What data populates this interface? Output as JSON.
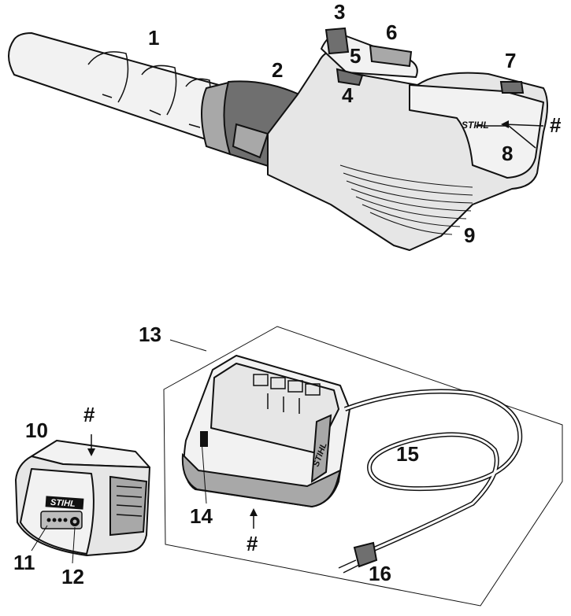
{
  "blower": {
    "labels": {
      "c1": "1",
      "c2": "2",
      "c3": "3",
      "c4": "4",
      "c5": "5",
      "c6": "6",
      "c7": "7",
      "c8": "8",
      "c9": "9",
      "hash": "#"
    },
    "brand": "STIHL"
  },
  "battery": {
    "labels": {
      "c10": "10",
      "c11": "11",
      "c12": "12",
      "hash": "#"
    },
    "brand": "STIHL"
  },
  "charger": {
    "labels": {
      "c13": "13",
      "c14": "14",
      "c15": "15",
      "c16": "16",
      "hash": "#"
    },
    "brand": "STIHL"
  },
  "colors": {
    "line": "#111111",
    "fill_light": "#e6e6e6",
    "fill_dark": "#6f6f6f"
  }
}
